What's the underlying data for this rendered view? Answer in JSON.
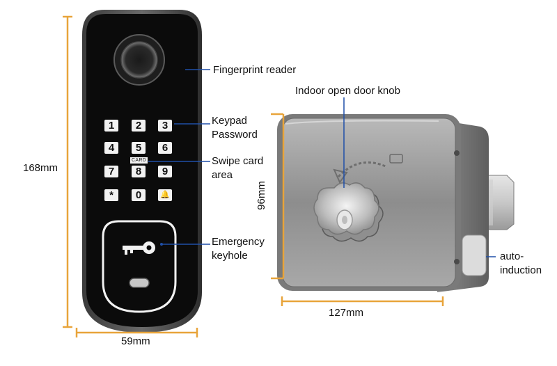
{
  "keypad": {
    "keys": [
      "1",
      "2",
      "3",
      "4",
      "5",
      "6",
      "7",
      "8",
      "9",
      "*",
      "0",
      "bell"
    ],
    "card_tag": "CARD"
  },
  "labels": {
    "fingerprint": "Fingerprint reader",
    "keypad_line1": "Keypad",
    "keypad_line2": "Password",
    "swipe_line1": "Swipe card",
    "swipe_line2": "area",
    "emergency_line1": "Emergency",
    "emergency_line2": "keyhole",
    "indoor_knob": "Indoor open door knob",
    "auto_line1": "auto-",
    "auto_line2": "induction"
  },
  "dimensions": {
    "keypad_height": "168mm",
    "keypad_width": "59mm",
    "lock_height": "96mm",
    "lock_width": "127mm"
  },
  "colors": {
    "dimension_line": "#e8a43a",
    "leader_line": "#1f4fa8",
    "panel_black": "#0b0b0b",
    "steel": "#9a9a9a"
  }
}
